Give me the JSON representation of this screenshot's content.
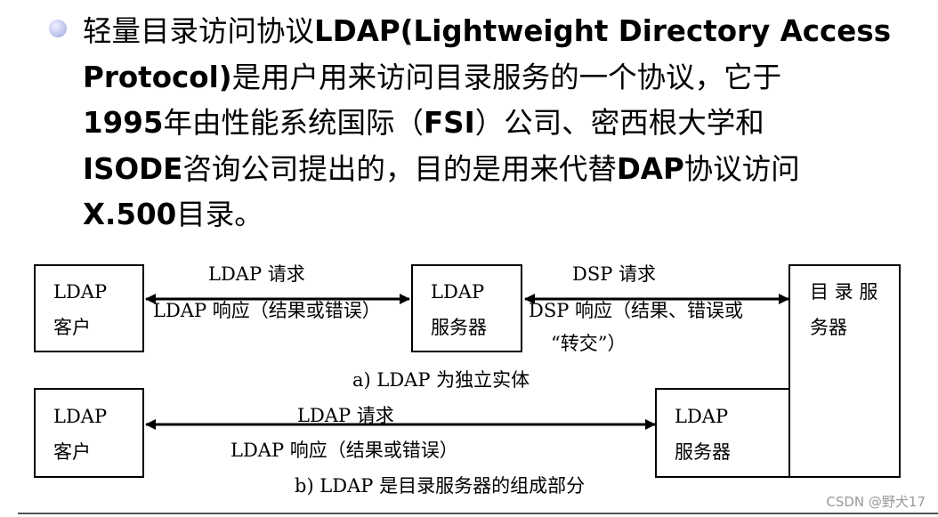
{
  "bullet": {
    "lines": [
      [
        {
          "t": "轻量目录访问协议",
          "b": false
        },
        {
          "t": "LDAP(Lightweight Directory Access",
          "b": true
        }
      ],
      [
        {
          "t": "Protocol)",
          "b": true
        },
        {
          "t": "是用户用来访问目录服务的一个协议，它于",
          "b": false
        }
      ],
      [
        {
          "t": "1995",
          "b": true
        },
        {
          "t": "年由性能系统国际（",
          "b": false
        },
        {
          "t": "FSI",
          "b": true
        },
        {
          "t": "）公司、密西根大学和",
          "b": false
        }
      ],
      [
        {
          "t": "ISODE",
          "b": true
        },
        {
          "t": "咨询公司提出的，目的是用来代替",
          "b": false
        },
        {
          "t": "DAP",
          "b": true
        },
        {
          "t": "协议访问",
          "b": false
        }
      ],
      [
        {
          "t": "X.500",
          "b": true
        },
        {
          "t": "目录。",
          "b": false
        }
      ]
    ]
  },
  "diagram": {
    "a": {
      "client_line1": "LDAP",
      "client_line2": "客户",
      "request": "LDAP 请求",
      "response": "LDAP 响应（结果或错误）",
      "server_line1": "LDAP",
      "server_line2": "服务器",
      "dsp_request": "DSP 请求",
      "dsp_response_line1": "DSP 响应（结果、错误或",
      "dsp_response_line2": "“转交”）",
      "caption": "a) LDAP 为独立实体"
    },
    "directory": {
      "line1": "目 录 服",
      "line2": "务器"
    },
    "b": {
      "client_line1": "LDAP",
      "client_line2": "客户",
      "request": "LDAP 请求",
      "response": "LDAP 响应（结果或错误）",
      "server_line1": "LDAP",
      "server_line2": "服务器",
      "caption": "b) LDAP 是目录服务器的组成部分"
    }
  },
  "watermark": "CSDN @野犬17"
}
